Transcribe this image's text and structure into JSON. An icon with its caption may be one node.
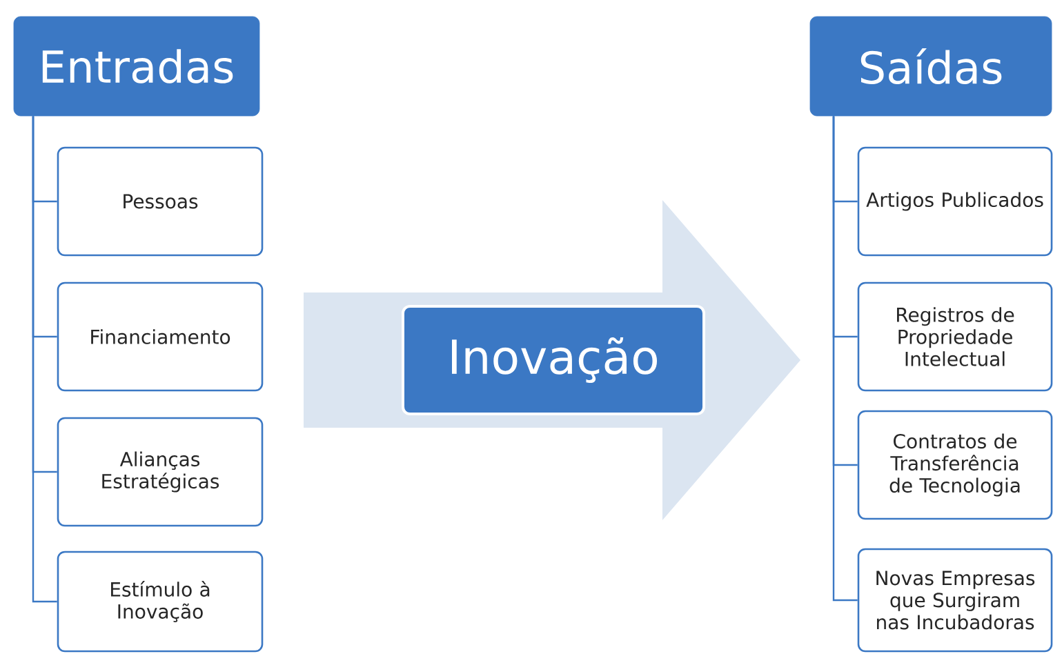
{
  "diagram": {
    "nodes": [
      {
        "text": [
          "Entradas"
        ]
      },
      {
        "text": [
          "Pessoas"
        ]
      },
      {
        "text": [
          "Financiamento"
        ]
      },
      {
        "text": [
          "Alianças Estratégicas"
        ]
      },
      {
        "text": [
          "Estímulo à Inovação"
        ]
      },
      {
        "text": [
          "Inovação"
        ]
      },
      {
        "text": [
          "Saídas"
        ]
      },
      {
        "text": [
          "Artigos Publicados"
        ]
      },
      {
        "text": [
          "Registros de Propriedade Intelectual"
        ]
      },
      {
        "text": [
          "Contratos de Transferência de Tecnologia"
        ]
      },
      {
        "text": [
          "Novas Empresas que Surgiram nas Incubadoras"
        ]
      }
    ],
    "edges": [
      {
        "from": 0,
        "to": 1,
        "arrow": "none"
      },
      {
        "from": 0,
        "to": 2,
        "arrow": "none"
      },
      {
        "from": 0,
        "to": 3,
        "arrow": "none"
      },
      {
        "from": 0,
        "to": 4,
        "arrow": "none"
      },
      {
        "from": 6,
        "to": 7,
        "arrow": "none"
      },
      {
        "from": 6,
        "to": 8,
        "arrow": "none"
      },
      {
        "from": 6,
        "to": 9,
        "arrow": "none"
      },
      {
        "from": 6,
        "to": 10,
        "arrow": "none"
      }
    ]
  }
}
